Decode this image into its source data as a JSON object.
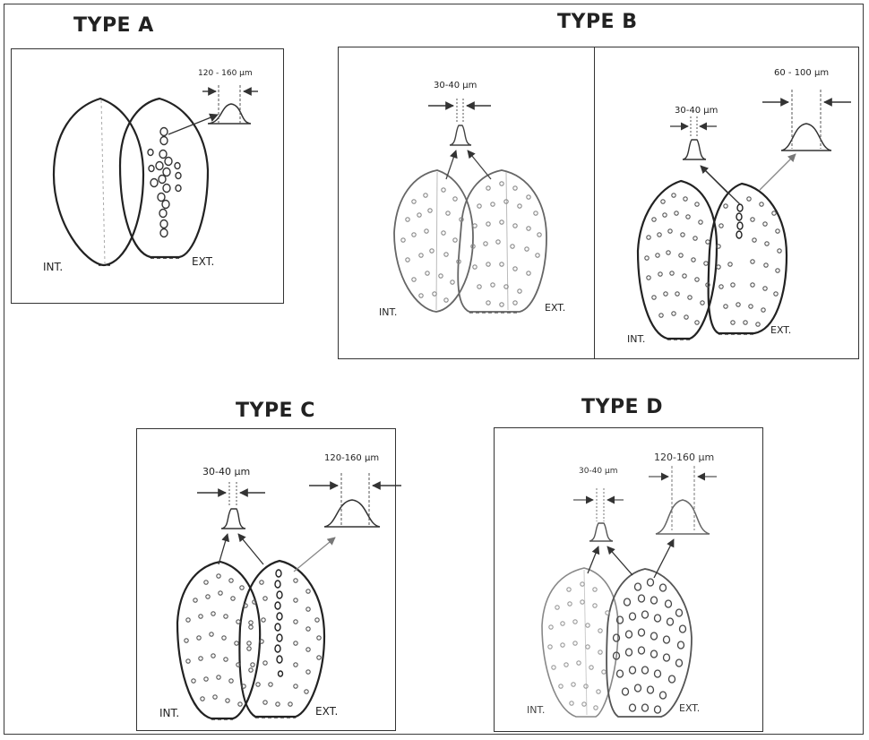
{
  "figure": {
    "type_a": {
      "title": "TYPE A",
      "size_label": "120 - 160 μm",
      "label_int": "INT.",
      "label_ext": "EXT."
    },
    "type_b": {
      "title": "TYPE B",
      "left": {
        "size_label": "30-40 μm",
        "label_int": "INT.",
        "label_ext": "EXT."
      },
      "right": {
        "size_label_small": "30-40 μm",
        "size_label_large": "60 - 100 μm",
        "label_int": "INT.",
        "label_ext": "EXT."
      }
    },
    "type_c": {
      "title": "TYPE C",
      "size_label_small": "30-40 μm",
      "size_label_large": "120-160 μm",
      "label_int": "INT.",
      "label_ext": "EXT."
    },
    "type_d": {
      "title": "TYPE D",
      "size_label_small": "30-40 μm",
      "size_label_large": "120-160 μm",
      "label_int": "INT.",
      "label_ext": "EXT."
    }
  }
}
